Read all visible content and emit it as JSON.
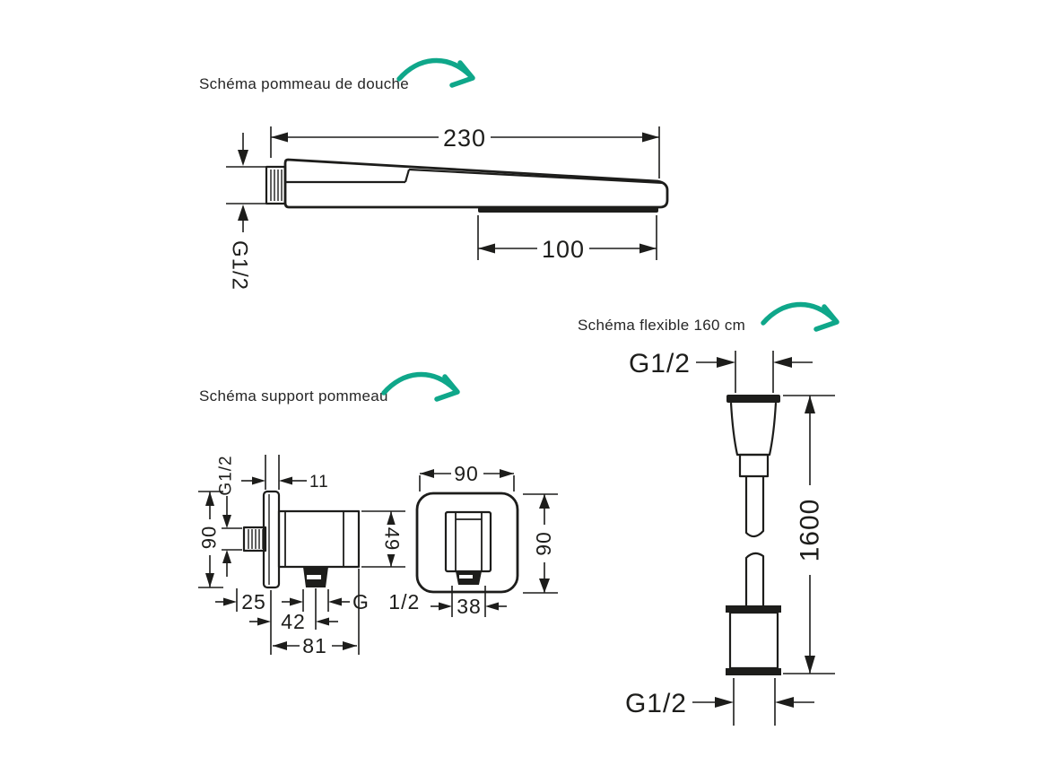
{
  "page": {
    "background": "#ffffff",
    "ink": "#1d1d1b",
    "accent": "#0fa78a"
  },
  "sections": {
    "shower_head": {
      "title": "Schéma pommeau de douche",
      "dim_length": "230",
      "dim_spray_face": "100",
      "dim_thread": "G1/2"
    },
    "hose": {
      "title": "Schéma flexible 160 cm",
      "dim_thread_top": "G1/2",
      "dim_length": "1600",
      "dim_thread_bottom": "G1/2"
    },
    "holder": {
      "title": "Schéma support pommeau",
      "side_view": {
        "dim_thread_inlet": "G1/2",
        "dim_plate_thickness": "11",
        "dim_plate_height": "90",
        "dim_body_height": "49",
        "dim_inlet_offset": "25",
        "dim_outlet_offset": "42",
        "dim_total_depth": "81",
        "dim_thread_outlet": "G 1/2"
      },
      "front_view": {
        "dim_width": "90",
        "dim_height": "90",
        "dim_holder_width": "38"
      }
    }
  }
}
